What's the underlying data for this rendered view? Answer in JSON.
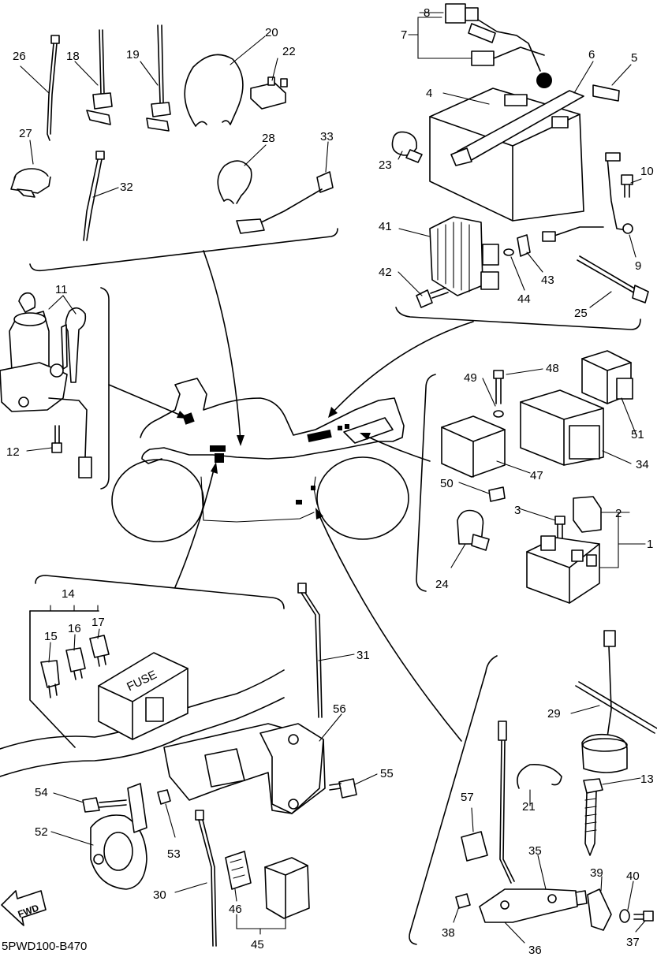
{
  "diagram": {
    "drawing_code": "5PWD100-B470",
    "fuse_box_text": "FUSE",
    "fwd_text": "FWD",
    "callouts": [
      {
        "id": "c1",
        "label": "1"
      },
      {
        "id": "c2",
        "label": "2"
      },
      {
        "id": "c3",
        "label": "3"
      },
      {
        "id": "c4",
        "label": "4"
      },
      {
        "id": "c5",
        "label": "5"
      },
      {
        "id": "c6",
        "label": "6"
      },
      {
        "id": "c7",
        "label": "7"
      },
      {
        "id": "c8",
        "label": "8"
      },
      {
        "id": "c9",
        "label": "9"
      },
      {
        "id": "c10",
        "label": "10"
      },
      {
        "id": "c11",
        "label": "11"
      },
      {
        "id": "c12",
        "label": "12"
      },
      {
        "id": "c13",
        "label": "13"
      },
      {
        "id": "c14",
        "label": "14"
      },
      {
        "id": "c15",
        "label": "15"
      },
      {
        "id": "c16",
        "label": "16"
      },
      {
        "id": "c17",
        "label": "17"
      },
      {
        "id": "c18",
        "label": "18"
      },
      {
        "id": "c19",
        "label": "19"
      },
      {
        "id": "c20",
        "label": "20"
      },
      {
        "id": "c21",
        "label": "21"
      },
      {
        "id": "c22",
        "label": "22"
      },
      {
        "id": "c23",
        "label": "23"
      },
      {
        "id": "c24",
        "label": "24"
      },
      {
        "id": "c25",
        "label": "25"
      },
      {
        "id": "c26",
        "label": "26"
      },
      {
        "id": "c27",
        "label": "27"
      },
      {
        "id": "c28",
        "label": "28"
      },
      {
        "id": "c29",
        "label": "29"
      },
      {
        "id": "c30",
        "label": "30"
      },
      {
        "id": "c31",
        "label": "31"
      },
      {
        "id": "c32",
        "label": "32"
      },
      {
        "id": "c33",
        "label": "33"
      },
      {
        "id": "c34",
        "label": "34"
      },
      {
        "id": "c35",
        "label": "35"
      },
      {
        "id": "c36",
        "label": "36"
      },
      {
        "id": "c37",
        "label": "37"
      },
      {
        "id": "c38",
        "label": "38"
      },
      {
        "id": "c39",
        "label": "39"
      },
      {
        "id": "c40",
        "label": "40"
      },
      {
        "id": "c41",
        "label": "41"
      },
      {
        "id": "c42",
        "label": "42"
      },
      {
        "id": "c43",
        "label": "43"
      },
      {
        "id": "c44",
        "label": "44"
      },
      {
        "id": "c45",
        "label": "45"
      },
      {
        "id": "c46",
        "label": "46"
      },
      {
        "id": "c47",
        "label": "47"
      },
      {
        "id": "c48",
        "label": "48"
      },
      {
        "id": "c49",
        "label": "49"
      },
      {
        "id": "c50",
        "label": "50"
      },
      {
        "id": "c51",
        "label": "51"
      },
      {
        "id": "c52",
        "label": "52"
      },
      {
        "id": "c53",
        "label": "53"
      },
      {
        "id": "c54",
        "label": "54"
      },
      {
        "id": "c55",
        "label": "55"
      },
      {
        "id": "c56",
        "label": "56"
      },
      {
        "id": "c57",
        "label": "57"
      }
    ]
  }
}
